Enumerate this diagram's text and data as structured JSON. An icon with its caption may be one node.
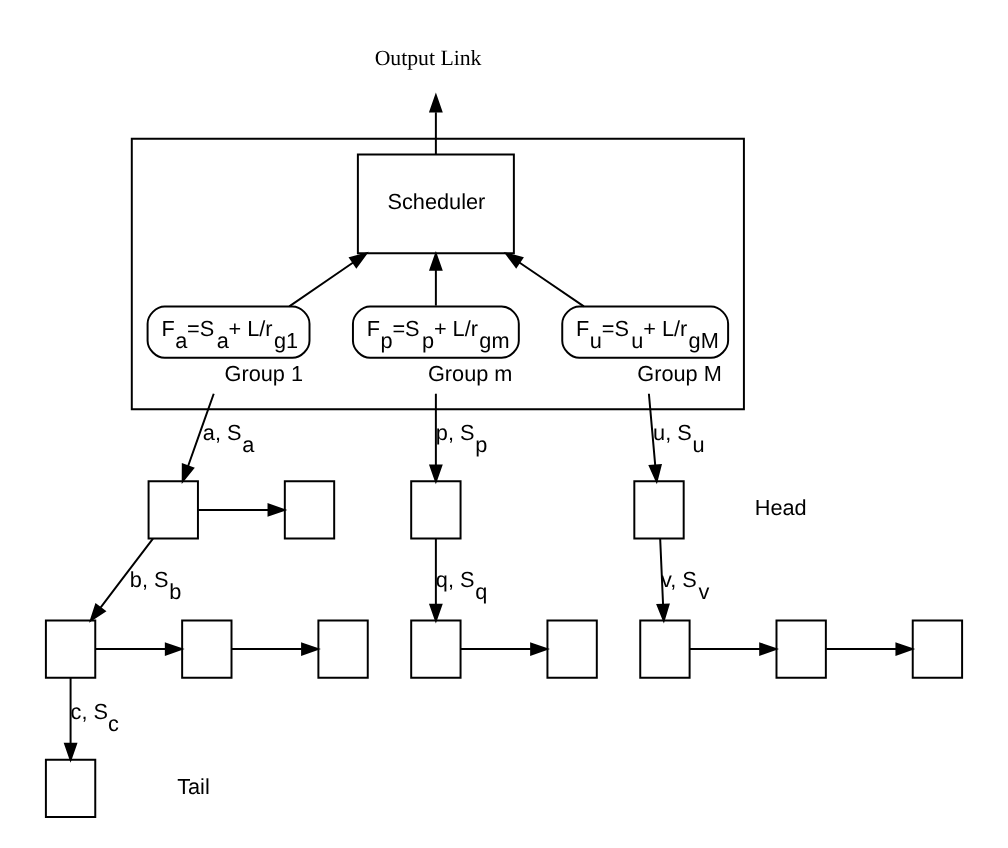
{
  "diagram": {
    "nodes": [
      {
        "text": [
          "Output Link"
        ]
      },
      {
        "text": [],
        "shape": "box"
      },
      {
        "text": [
          "Scheduler"
        ],
        "in": 1
      },
      {
        "text": [
          "F$_{a}$=S$_{a}$+ L/r$_{g1}$"
        ],
        "in": 1,
        "beside": [
          "Group 1"
        ]
      },
      {
        "text": [
          "F$_{p}$=S$_{p}$+ L/r$_{gm}$"
        ],
        "in": 1,
        "beside": [
          "Group m"
        ]
      },
      {
        "text": [
          "F$_{u}$=S$_{u}$+ L/r$_{gM}$"
        ],
        "in": 1,
        "beside": [
          "Group M"
        ]
      },
      {
        "text": [],
        "shape": "box"
      },
      {
        "text": [],
        "shape": "box"
      },
      {
        "text": [],
        "shape": "box"
      },
      {
        "text": [],
        "shape": "box"
      },
      {
        "text": [],
        "shape": "box"
      },
      {
        "text": [],
        "shape": "box"
      },
      {
        "text": [],
        "shape": "box"
      },
      {
        "text": [],
        "shape": "box"
      },
      {
        "text": [],
        "shape": "box"
      },
      {
        "text": [],
        "shape": "box"
      },
      {
        "text": [],
        "shape": "box"
      },
      {
        "text": [],
        "shape": "box"
      },
      {
        "text": [],
        "shape": "box"
      }
    ],
    "edges": [
      {
        "from": 2,
        "to": 0,
        "arrow": "to"
      },
      {
        "from": 3,
        "to": 2,
        "arrow": "to"
      },
      {
        "from": 4,
        "to": 2,
        "arrow": "to"
      },
      {
        "from": 5,
        "to": 2,
        "arrow": "to"
      },
      {
        "from": 3,
        "to": 6,
        "arrow": "to",
        "label": "a, S$_{a}$"
      },
      {
        "from": 6,
        "to": 7,
        "arrow": "to"
      },
      {
        "from": 6,
        "to": 8,
        "arrow": "to",
        "label": "b, S$_{b}$"
      },
      {
        "from": 8,
        "to": 9,
        "arrow": "to"
      },
      {
        "from": 9,
        "to": 10,
        "arrow": "to"
      },
      {
        "from": 8,
        "to": 11,
        "arrow": "to",
        "label": "c, S$_{c}$"
      },
      {
        "from": 4,
        "to": 12,
        "arrow": "to",
        "label": "p, S$_{p}$"
      },
      {
        "from": 12,
        "to": 13,
        "arrow": "to",
        "label": "q, S$_{q}$"
      },
      {
        "from": 13,
        "to": 14,
        "arrow": "to"
      },
      {
        "from": 5,
        "to": 15,
        "arrow": "to",
        "label": "u, S$_{u}$"
      },
      {
        "from": 15,
        "to": 16,
        "arrow": "to",
        "label": "v, S$_{v}$"
      },
      {
        "from": 16,
        "to": 17,
        "arrow": "to"
      },
      {
        "from": 17,
        "to": 18,
        "arrow": "to"
      }
    ],
    "labels": [
      "Head",
      "Tail"
    ]
  }
}
